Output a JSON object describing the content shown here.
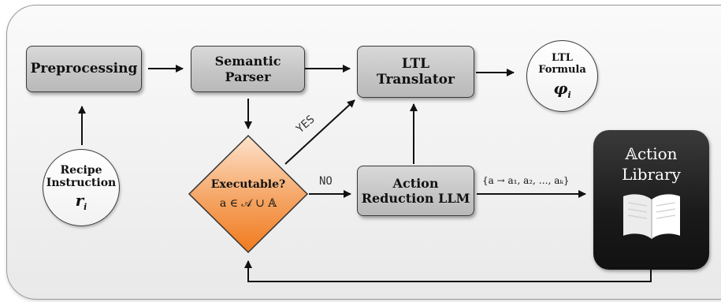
{
  "nodes": {
    "preprocessing": "Preprocessing",
    "semantic_parser": [
      "Semantic",
      "Parser"
    ],
    "ltl_translator": [
      "LTL",
      "Translator"
    ],
    "ltl_formula": {
      "label": "LTL Formula",
      "symbol": "φ",
      "sub": "i"
    },
    "recipe_instruction": {
      "lines": [
        "Recipe",
        "Instruction"
      ],
      "symbol": "r",
      "sub": "i"
    },
    "executable": {
      "label": "Executable?",
      "condition": "a ∈ 𝒜 ∪ 𝔸"
    },
    "action_reduction": [
      "Action",
      "Reduction LLM"
    ],
    "action_library": [
      "𝔸ction",
      "Library"
    ]
  },
  "edge_labels": {
    "yes": "YES",
    "no": "NO",
    "mapping": "{a → a₁, a₂, …, aₖ}"
  },
  "colors": {
    "box_fill": "#c8c8c8",
    "diamond_light": "#fde2cc",
    "diamond_dark": "#f07a1e",
    "library_bg": "#1e1e1e"
  },
  "icons": {
    "library": "open-book-icon"
  }
}
